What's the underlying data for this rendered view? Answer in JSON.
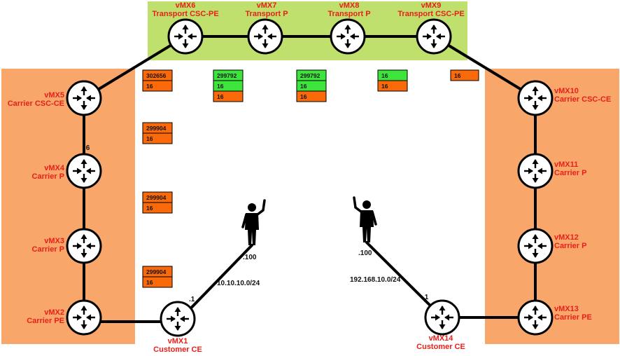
{
  "colors": {
    "carrier_zone": "#f9a66b",
    "transport_zone": "#bfe06c",
    "router_fill": "#ffffff",
    "router_stroke": "#000000",
    "link": "#000000",
    "label": "#e8201a",
    "label_orange": "#fa6a0a",
    "label_green": "#3ce43c"
  },
  "routers": {
    "vmx1": {
      "name": "vMX1",
      "role": "Customer CE"
    },
    "vmx2": {
      "name": "vMX2",
      "role": "Carrier PE"
    },
    "vmx3": {
      "name": "vMX3",
      "role": "Carrier P"
    },
    "vmx4": {
      "name": "vMX4",
      "role": "Carrier P"
    },
    "vmx5": {
      "name": "vMX5",
      "role": "Carrier CSC-CE"
    },
    "vmx6": {
      "name": "vMX6",
      "role": "Transport CSC-PE"
    },
    "vmx7": {
      "name": "vMX7",
      "role": "Transport P"
    },
    "vmx8": {
      "name": "vMX8",
      "role": "Transport P"
    },
    "vmx9": {
      "name": "vMX9",
      "role": "Transport CSC-PE"
    },
    "vmx10": {
      "name": "vMX10",
      "role": "Carrier CSC-CE"
    },
    "vmx11": {
      "name": "vMX11",
      "role": "Carrier P"
    },
    "vmx12": {
      "name": "vMX12",
      "role": "Carrier P"
    },
    "vmx13": {
      "name": "vMX13",
      "role": "Carrier PE"
    },
    "vmx14": {
      "name": "vMX14",
      "role": "Customer CE"
    }
  },
  "networks": {
    "left_subnet": "10.10.10.0/24",
    "right_subnet": "192.168.10.0/24",
    "left_host": ".100",
    "left_gw": ".1",
    "right_host": ".100",
    "right_gw": ".1",
    "vmx4_if": ".6"
  },
  "label_stacks": {
    "vmx6": [
      {
        "text": "302656",
        "color": "orange"
      },
      {
        "text": "16",
        "color": "orange"
      }
    ],
    "vmx7": [
      {
        "text": "299792",
        "color": "green"
      },
      {
        "text": "16",
        "color": "green"
      },
      {
        "text": "16",
        "color": "orange"
      }
    ],
    "vmx8": [
      {
        "text": "299792",
        "color": "green"
      },
      {
        "text": "16",
        "color": "green"
      },
      {
        "text": "16",
        "color": "orange"
      }
    ],
    "vmx9": [
      {
        "text": "16",
        "color": "green"
      },
      {
        "text": "16",
        "color": "orange"
      }
    ],
    "vmx10": [
      {
        "text": "16",
        "color": "orange"
      }
    ],
    "vmx5": [
      {
        "text": "299904",
        "color": "orange"
      },
      {
        "text": "16",
        "color": "orange"
      }
    ],
    "vmx4": [
      {
        "text": "299904",
        "color": "orange"
      },
      {
        "text": "16",
        "color": "orange"
      }
    ],
    "vmx3": [
      {
        "text": "299904",
        "color": "orange"
      },
      {
        "text": "16",
        "color": "orange"
      }
    ]
  },
  "icons": {
    "router": "router-icon",
    "person": "person-icon"
  }
}
